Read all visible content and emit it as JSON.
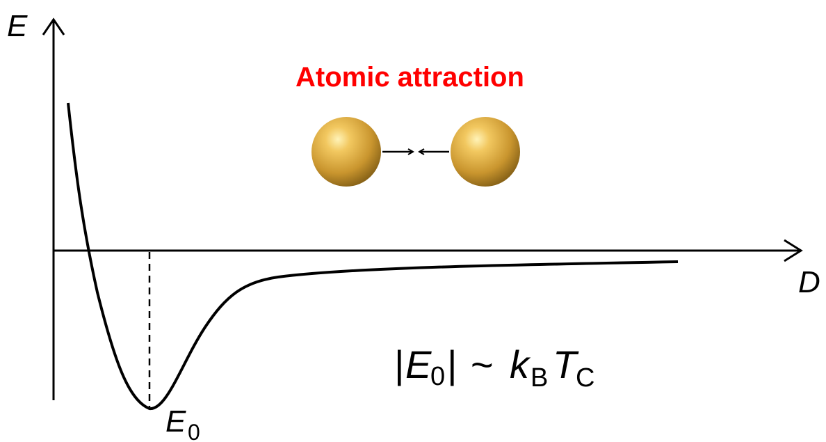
{
  "diagram": {
    "title": "Atomic attraction",
    "title_color": "#ff0000",
    "y_axis_label": "E",
    "x_axis_label": "D",
    "minimum_label": {
      "main": "E",
      "sub": "0"
    },
    "relation": {
      "lhs_bar": "|",
      "lhs_main": "E",
      "lhs_sub": "0",
      "rhs_bar": "|",
      "tilde": "~",
      "k": "k",
      "k_sub": "B",
      "T": "T",
      "T_sub": "C"
    },
    "atom_color": "#d9a441",
    "curve": "Lennard-Jones-like potential energy well"
  }
}
